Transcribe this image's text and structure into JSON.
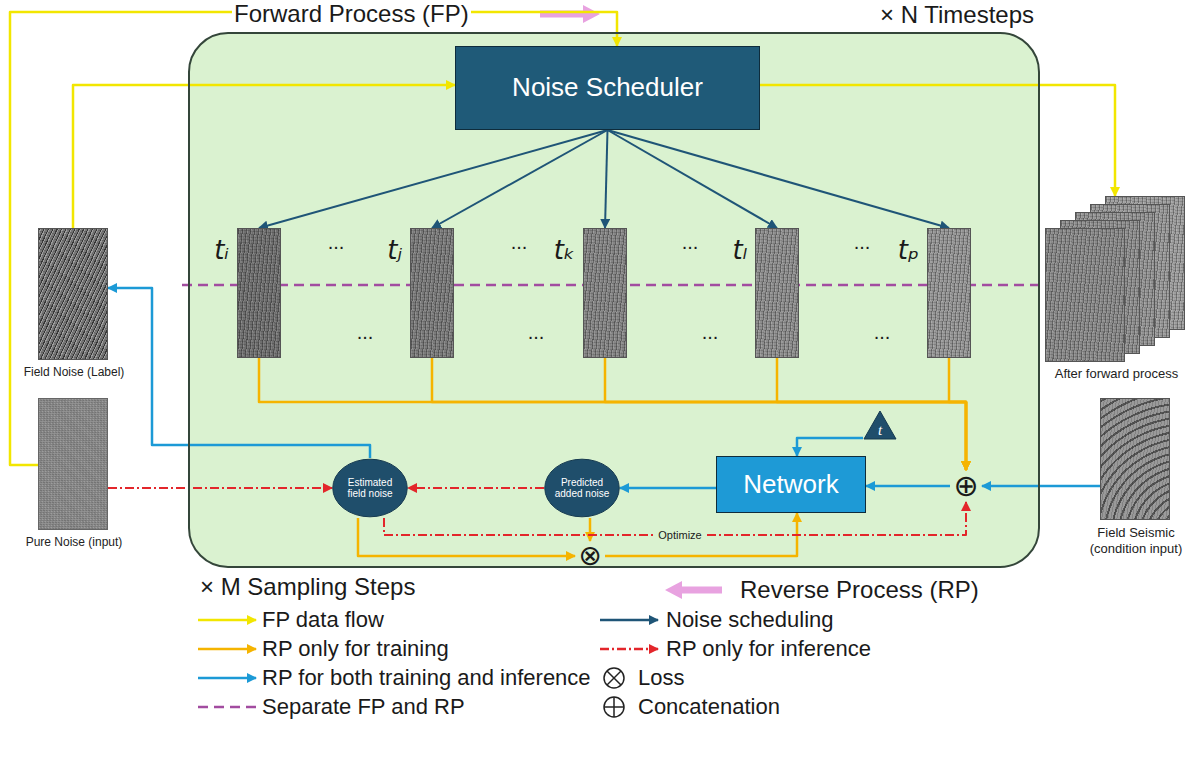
{
  "diagram": {
    "nodes": [
      {
        "text": [
          "× N Timesteps",
          "× M Sampling Steps"
        ]
      },
      {
        "text": [
          "Noise Scheduler"
        ],
        "in": 0
      },
      {
        "text": [
          "Field Noise (Label)"
        ]
      },
      {
        "text": [
          "Pure Noise (input)"
        ]
      },
      {
        "text": [
          "tᵢ"
        ],
        "in": 0
      },
      {
        "text": [
          "tⱼ"
        ],
        "in": 0
      },
      {
        "text": [
          "tₖ"
        ],
        "in": 0
      },
      {
        "text": [
          "tₗ"
        ],
        "in": 0
      },
      {
        "text": [
          "tₚ"
        ],
        "in": 0
      },
      {
        "text": [
          "After forward process"
        ]
      },
      {
        "text": [
          "Field Seismic (condition input)"
        ]
      },
      {
        "text": [
          "Network"
        ],
        "in": 0
      },
      {
        "text": [
          "t"
        ],
        "in": 0
      },
      {
        "text": [
          "⊕"
        ],
        "in": 0
      },
      {
        "text": [
          "Estimated field noise"
        ],
        "in": 0
      },
      {
        "text": [
          "Predicted added noise"
        ],
        "in": 0
      },
      {
        "text": [
          "⊗"
        ],
        "in": 0
      }
    ],
    "edges": [
      {
        "from": 2,
        "to": 1,
        "arrow": "to"
      },
      {
        "from": 3,
        "to": 1,
        "arrow": "to"
      },
      {
        "from": 1,
        "to": 9,
        "arrow": "to"
      },
      {
        "from": 1,
        "to": 4,
        "arrow": "to"
      },
      {
        "from": 1,
        "to": 5,
        "arrow": "to"
      },
      {
        "from": 1,
        "to": 6,
        "arrow": "to"
      },
      {
        "from": 1,
        "to": 7,
        "arrow": "to"
      },
      {
        "from": 1,
        "to": 8,
        "arrow": "to"
      },
      {
        "from": 4,
        "to": 13,
        "arrow": "to"
      },
      {
        "from": 5,
        "to": 13,
        "arrow": "to"
      },
      {
        "from": 6,
        "to": 13,
        "arrow": "to"
      },
      {
        "from": 7,
        "to": 13,
        "arrow": "to"
      },
      {
        "from": 8,
        "to": 13,
        "arrow": "to"
      },
      {
        "from": 10,
        "to": 13,
        "arrow": "to"
      },
      {
        "from": 12,
        "to": 11,
        "arrow": "to"
      },
      {
        "from": 13,
        "to": 11,
        "arrow": "to"
      },
      {
        "from": 11,
        "to": 15,
        "arrow": "to"
      },
      {
        "from": 15,
        "to": 16,
        "arrow": "to"
      },
      {
        "from": 14,
        "to": 16,
        "arrow": "to"
      },
      {
        "from": 16,
        "to": 11,
        "arrow": "to"
      },
      {
        "from": 15,
        "to": 14,
        "arrow": "to"
      },
      {
        "from": 3,
        "to": 14,
        "arrow": "to"
      },
      {
        "from": 14,
        "to": 13,
        "label": "Optimize",
        "arrow": "to"
      },
      {
        "from": 14,
        "to": 2,
        "arrow": "to"
      }
    ],
    "labels": [
      "Forward Process (FP)",
      "...",
      "...",
      "...",
      "...",
      "...",
      "...",
      "...",
      "...",
      "Reverse Process (RP)"
    ],
    "legend": [
      {
        "text": "FP data flow"
      },
      {
        "text": "Noise scheduling"
      },
      {
        "text": "RP only for training"
      },
      {
        "text": "RP only for inference"
      },
      {
        "text": "RP for both training and inference"
      },
      {
        "text": "Loss"
      },
      {
        "text": "Separate FP and RP"
      },
      {
        "text": "Concatenation"
      }
    ]
  }
}
